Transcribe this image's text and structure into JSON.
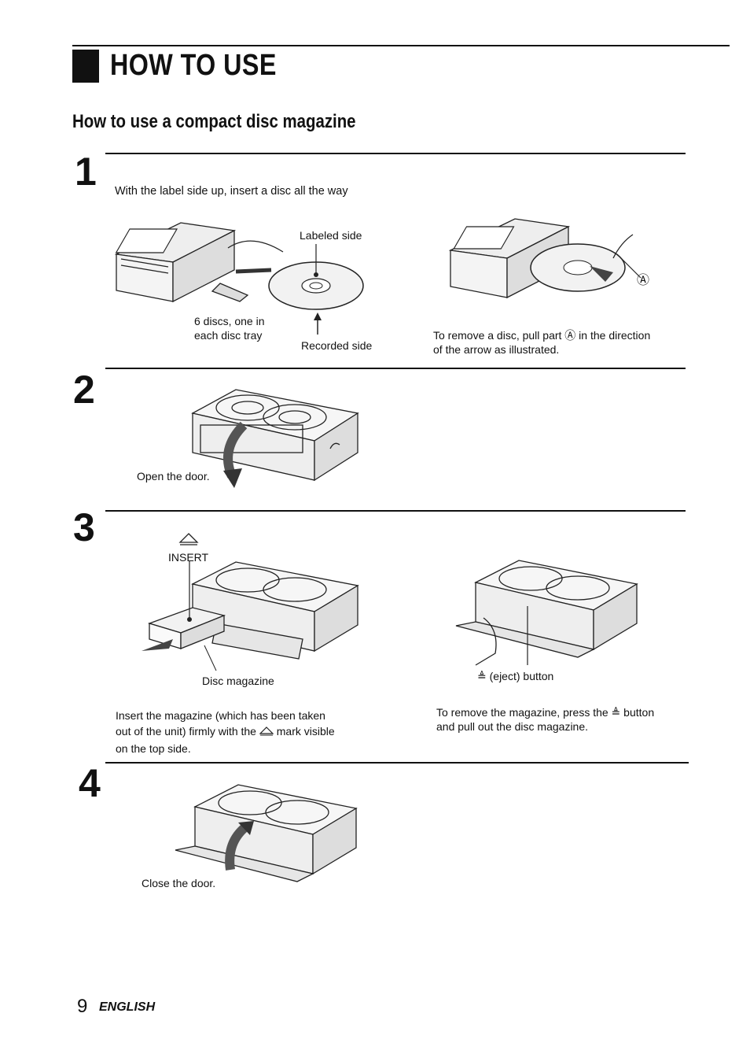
{
  "page": {
    "section_title": "HOW TO USE",
    "subtitle": "How to use a compact disc magazine",
    "footer": {
      "page_number": "9",
      "language": "ENGLISH"
    }
  },
  "steps": [
    {
      "number": "1",
      "instruction": "With the label side up, insert a disc all the way",
      "labels": {
        "labeled_side": "Labeled side",
        "six_discs_line1": "6 discs, one in",
        "six_discs_line2": "each disc tray",
        "recorded_side": "Recorded side",
        "part_a_marker": "Ⓐ",
        "remove_disc_line1": "To remove a disc, pull part Ⓐ in the direction",
        "remove_disc_line2": "of the arrow as illustrated."
      }
    },
    {
      "number": "2",
      "caption": "Open the door."
    },
    {
      "number": "3",
      "labels": {
        "insert_label": "INSERT",
        "disc_magazine": "Disc magazine",
        "eject_button": "≜ (eject) button",
        "insert_line1": "Insert the magazine (which has been taken",
        "insert_line2": "out of the unit) firmly with the",
        "insert_line2b": "mark visible",
        "insert_line3": "on the top side.",
        "remove_line1": "To remove the magazine, press the ≜ button",
        "remove_line2": "and pull out the disc magazine."
      }
    },
    {
      "number": "4",
      "caption": "Close the door."
    }
  ]
}
